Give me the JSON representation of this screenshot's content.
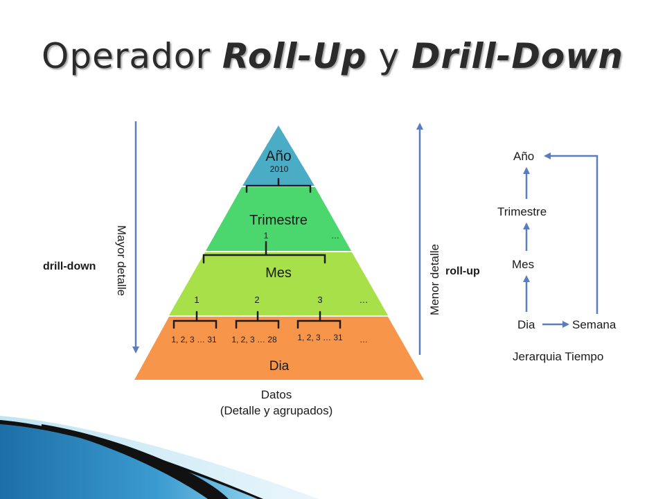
{
  "title": {
    "part1": "Operador ",
    "part2": "Roll-Up",
    "part3": " y ",
    "part4": "Drill-Down"
  },
  "pyramid": {
    "levels": {
      "anio": {
        "label": "Año",
        "sub": "2010",
        "color": "#4bacc6"
      },
      "trimestre": {
        "label": "Trimestre",
        "sub": "1",
        "ellipsis": "…",
        "color": "#4cd66e"
      },
      "mes": {
        "label": "Mes",
        "subs": [
          "1",
          "2",
          "3"
        ],
        "ellipsis": "…",
        "color": "#a8e04a"
      },
      "dia": {
        "label": "Dia",
        "groups": [
          "1, 2, 3 … 31",
          "1, 2, 3 … 28",
          "1, 2, 3 … 31"
        ],
        "ellipsis": "…",
        "color": "#f7964a"
      }
    },
    "caption_line1": "Datos",
    "caption_line2": "(Detalle y agrupados)"
  },
  "left_axis": {
    "action": "drill-down",
    "label": "Mayor detalle"
  },
  "right_axis": {
    "action": "roll-up",
    "label": "Menor detalle"
  },
  "hierarchy": {
    "nodes": {
      "anio": "Año",
      "trimestre": "Trimestre",
      "mes": "Mes",
      "dia": "Dia",
      "semana": "Semana"
    },
    "caption": "Jerarquia Tiempo"
  },
  "colors": {
    "arrow": "#5a7dbd",
    "title": "#2b2b2b",
    "text": "#1a1a1a"
  }
}
